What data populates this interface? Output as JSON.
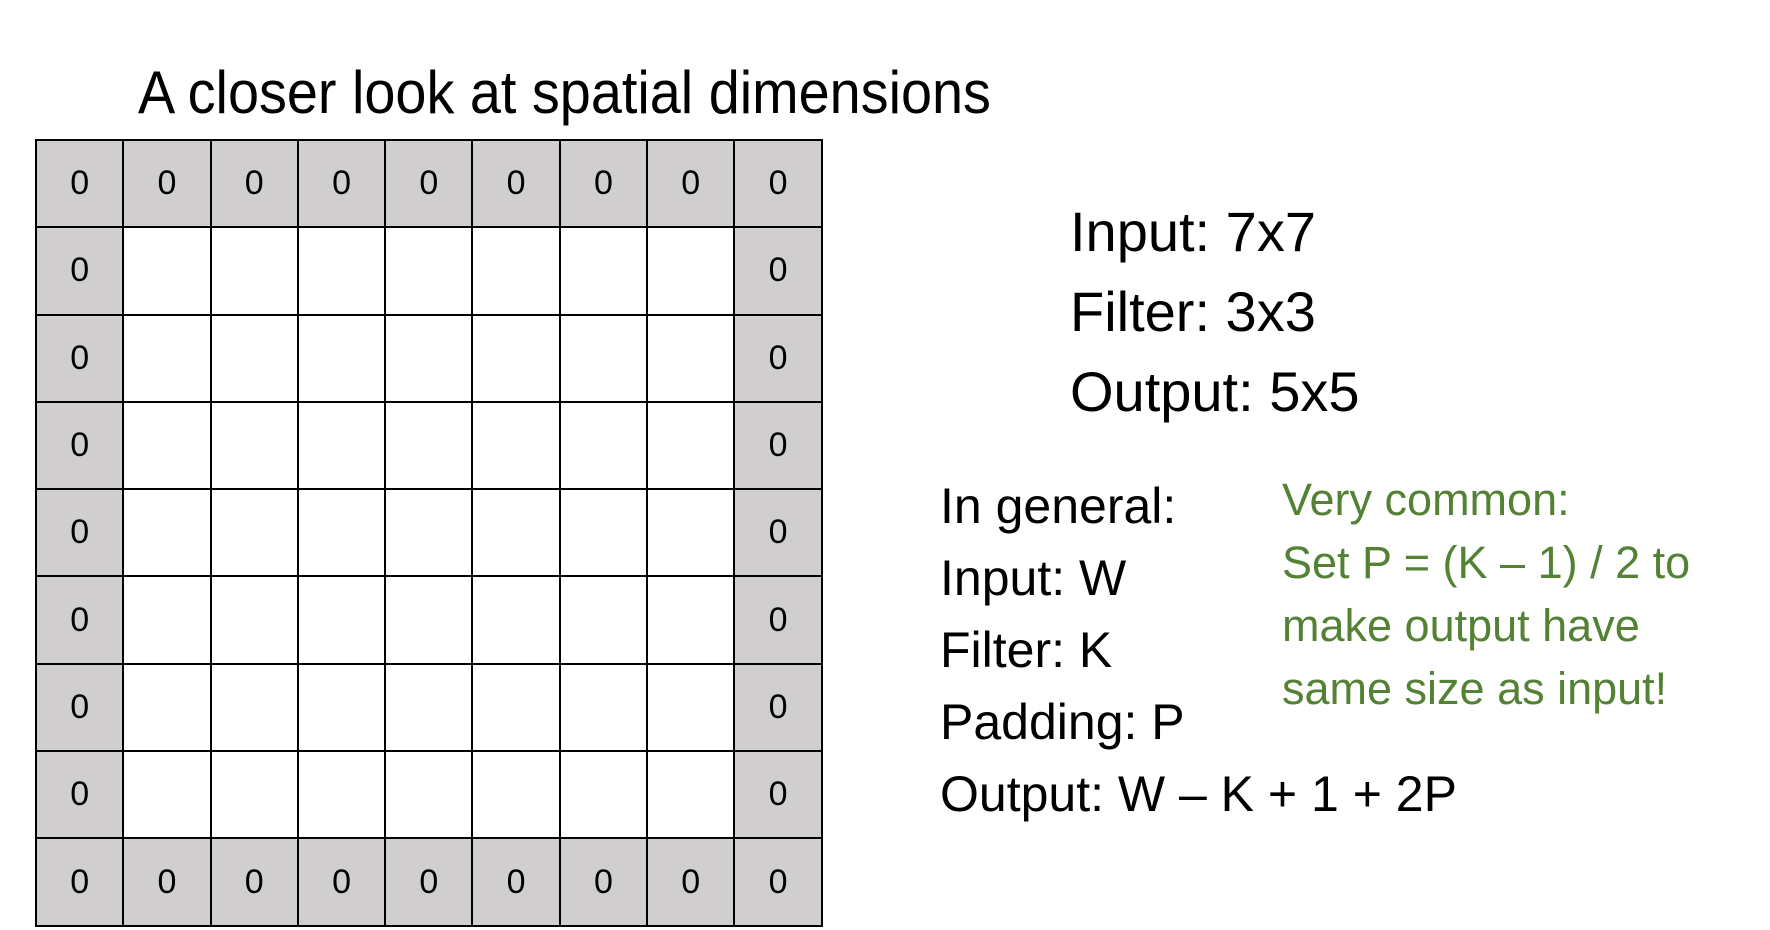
{
  "title": "A closer look at spatial dimensions",
  "grid": {
    "size": 9,
    "padding": 1,
    "pad_value": "0",
    "pad_color": "#d0cece"
  },
  "summary": [
    "Input: 7x7",
    "Filter: 3x3",
    "Output: 5x5"
  ],
  "general": [
    "In general:",
    "Input: W",
    "Filter: K",
    "Padding: P",
    "Output: W – K + 1 + 2P"
  ],
  "note": {
    "color": "#548235",
    "lines": [
      "Very common:",
      "Set P = (K – 1) / 2 to",
      "make output have",
      "same size as input!"
    ]
  }
}
